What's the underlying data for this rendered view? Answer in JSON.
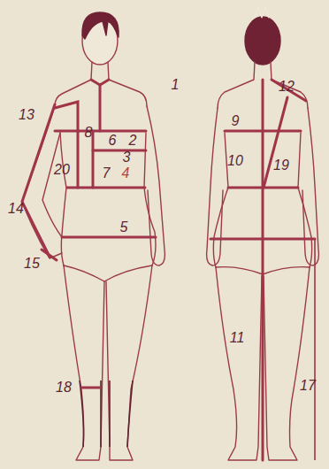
{
  "diagram": {
    "labels": [
      "1",
      "13",
      "8",
      "6",
      "2",
      "3",
      "20",
      "7",
      "4",
      "14",
      "5",
      "15",
      "18",
      "12",
      "9",
      "10",
      "19",
      "11",
      "17"
    ]
  }
}
